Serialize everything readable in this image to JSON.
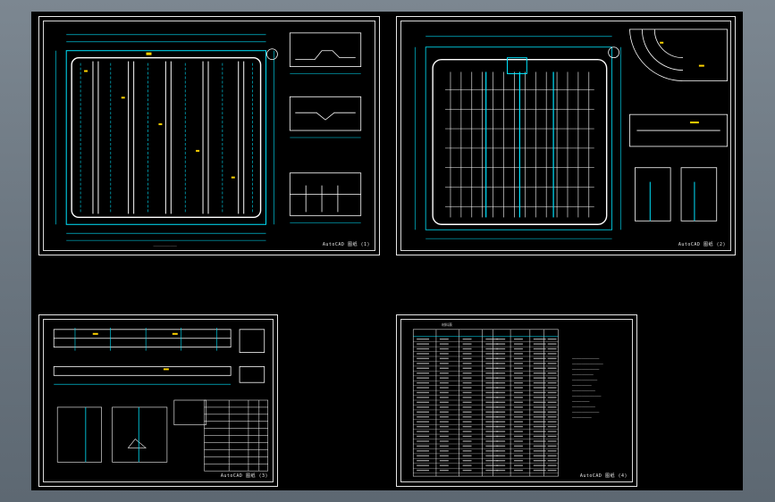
{
  "colors": {
    "background": "#6b7680",
    "drawing_area": "#000000",
    "sheet_border": "#e6e6e6",
    "cyan_lines": "#00e5ff",
    "white_lines": "#ffffff",
    "yellow_marks": "#ffd400"
  },
  "sheets": [
    {
      "id": "sheet-1",
      "title_block": "AutoCAD 图纸 (1)"
    },
    {
      "id": "sheet-2",
      "title_block": "AutoCAD 图纸 (2)"
    },
    {
      "id": "sheet-3",
      "title_block": "AutoCAD 图纸 (3)"
    },
    {
      "id": "sheet-4",
      "title_block": "AutoCAD 图纸 (4)",
      "table_heading": "材料表"
    }
  ]
}
